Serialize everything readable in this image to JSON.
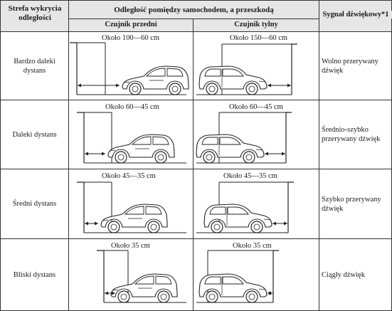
{
  "header": {
    "col_zone": "Strefa wykrycia odległości",
    "col_distance": "Odległość pomiędzy samochodem, a przeszkodą",
    "col_front": "Czujnik przedni",
    "col_rear": "Czujnik tylny",
    "col_signal": "Sygnał dźwiękowy*1"
  },
  "rows": [
    {
      "zone": "Bardzo daleki dystans",
      "front_distance": "Około 100—60 cm",
      "rear_distance": "Około 150—60 cm",
      "signal": "Wolno przerywany dźwięk"
    },
    {
      "zone": "Daleki dystans",
      "front_distance": "Około 60—45 cm",
      "rear_distance": "Około 60—45 cm",
      "signal": "Średnio-szybko przerywany dźwięk"
    },
    {
      "zone": "Średni dystans",
      "front_distance": "Około 45—35 cm",
      "rear_distance": "Około 45—35 cm",
      "signal": "Szybko przerywany dźwięk"
    },
    {
      "zone": "Bliski dystans",
      "front_distance": "Około 35 cm",
      "rear_distance": "Około 35 cm",
      "signal": "Ciągły dźwięk"
    }
  ]
}
